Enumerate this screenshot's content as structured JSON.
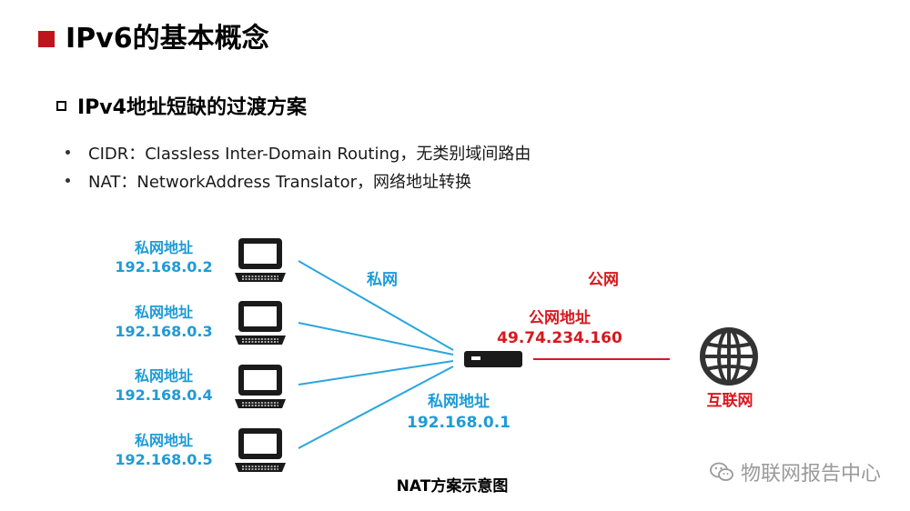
{
  "title": "IPv6的基本概念",
  "subtitle": "IPv4地址短缺的过渡方案",
  "bullets": [
    "CIDR：Classless Inter-Domain Routing，无类别域间路由",
    "NAT：NetworkAddress Translator，网络地址转换"
  ],
  "diagram": {
    "clients": [
      {
        "label": "私网地址",
        "ip": "192.168.0.2"
      },
      {
        "label": "私网地址",
        "ip": "192.168.0.3"
      },
      {
        "label": "私网地址",
        "ip": "192.168.0.4"
      },
      {
        "label": "私网地址",
        "ip": "192.168.0.5"
      }
    ],
    "private_net_label": "私网",
    "public_net_label": "公网",
    "public_address_label": "公网地址",
    "public_address_ip": "49.74.234.160",
    "router_private_label": "私网地址",
    "router_private_ip": "192.168.0.1",
    "internet_label": "互联网",
    "caption": "NAT方案示意图"
  },
  "watermark": "物联网报告中心",
  "colors": {
    "accent_red": "#c0141c",
    "private_blue": "#1e9bd7",
    "public_red": "#d8181f"
  },
  "icons": {
    "client": "laptop-icon",
    "router": "router-icon",
    "internet": "globe-icon",
    "watermark": "wechat-icon"
  }
}
